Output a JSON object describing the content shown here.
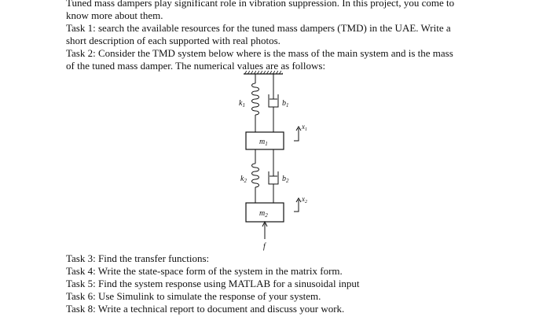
{
  "intro": {
    "line1": "Tuned mass dampers play significant role in vibration suppression. In this project, you come to",
    "line2": "know more about them.",
    "task1_line1": "Task 1: search the available resources for the tuned mass dampers (TMD) in the UAE. Write a",
    "task1_line2": "short description of each supported with real photos.",
    "task2_line1": "Task 2: Consider the TMD system below where is the mass of the main system and is the mass",
    "task2_line2": "of the tuned mass damper. The numerical values are as follows:"
  },
  "diagram": {
    "k1": "k",
    "k1_sub": "1",
    "b1": "b",
    "b1_sub": "1",
    "m1": "m",
    "m1_sub": "1",
    "x1": "x",
    "x1_sub": "1",
    "k2": "k",
    "k2_sub": "2",
    "b2": "b",
    "b2_sub": "2",
    "m2": "m",
    "m2_sub": "2",
    "x2": "x",
    "x2_sub": "2",
    "force": "f"
  },
  "tasks": [
    "Task 3: Find the transfer functions:",
    "Task 4: Write the state-space form of the system in the matrix form.",
    "Task 5: Find the system response using MATLAB for a sinusoidal input",
    "Task 6: Use Simulink to simulate the response of your system.",
    "Task 8: Write a technical report to document and discuss your work."
  ]
}
